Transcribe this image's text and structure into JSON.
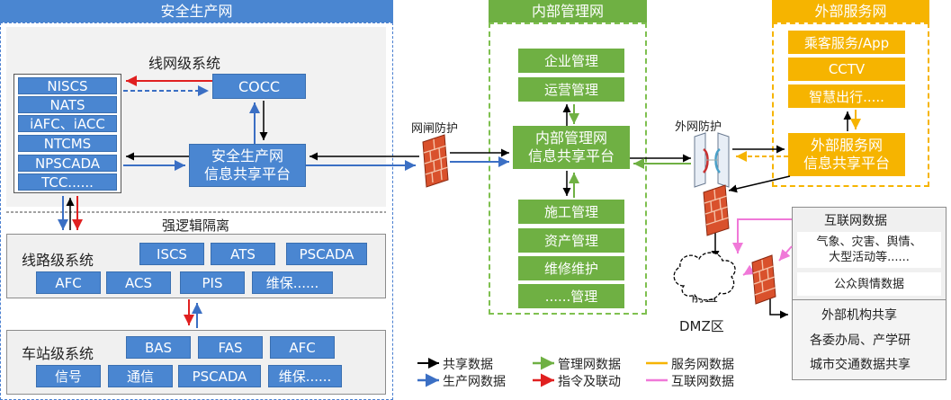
{
  "zones": {
    "safety": "安全生产网",
    "internal": "内部管理网",
    "external": "外部服务网"
  },
  "safety": {
    "line_network_title": "线网级系统",
    "line_network_systems": [
      "NISCS",
      "NATS",
      "iAFC、iACC",
      "NTCMS",
      "NPSCADA",
      "TCC......"
    ],
    "cocc": "COCC",
    "platform_line1": "安全生产网",
    "platform_line2": "信息共享平台",
    "isolation": "强逻辑隔离",
    "route_title": "线路级系统",
    "route_systems": [
      "ISCS",
      "ATS",
      "PSCADA",
      "AFC",
      "ACS",
      "PIS",
      "维保......"
    ],
    "station_title": "车站级系统",
    "station_systems": [
      "BAS",
      "FAS",
      "AFC",
      "信号",
      "通信",
      "PSCADA",
      "维保......"
    ]
  },
  "internal": {
    "top_items": [
      "企业管理",
      "运营管理"
    ],
    "platform_line1": "内部管理网",
    "platform_line2": "信息共享平台",
    "bottom_items": [
      "施工管理",
      "资产管理",
      "维修维护",
      "......管理"
    ]
  },
  "external": {
    "items": [
      "乘客服务/App",
      "CCTV",
      "智慧出行....."
    ],
    "platform_line1": "外部服务网",
    "platform_line2": "信息共享平台"
  },
  "firewalls": {
    "gap_label": "网闸防护",
    "outer_label": "外网防护"
  },
  "dmz": {
    "cloud_line1": "采集",
    "cloud_line2": "前置",
    "label": "DMZ区"
  },
  "internet": {
    "title": "互联网数据",
    "item1_line1": "气象、灾害、舆情、",
    "item1_line2": "大型活动等......",
    "item2": "公众舆情数据",
    "agency_title": "外部机构共享",
    "agency_item1": "各委办局、产学研",
    "agency_item2": "城市交通数据共享"
  },
  "legend": [
    {
      "label": "共享数据",
      "color": "#000000"
    },
    {
      "label": "生产网数据",
      "color": "#3b6fc4"
    },
    {
      "label": "管理网数据",
      "color": "#6fb043"
    },
    {
      "label": "指令及联动",
      "color": "#e02020"
    },
    {
      "label": "服务网数据",
      "color": "#f6b400"
    },
    {
      "label": "互联网数据",
      "color": "#f078d8"
    }
  ]
}
